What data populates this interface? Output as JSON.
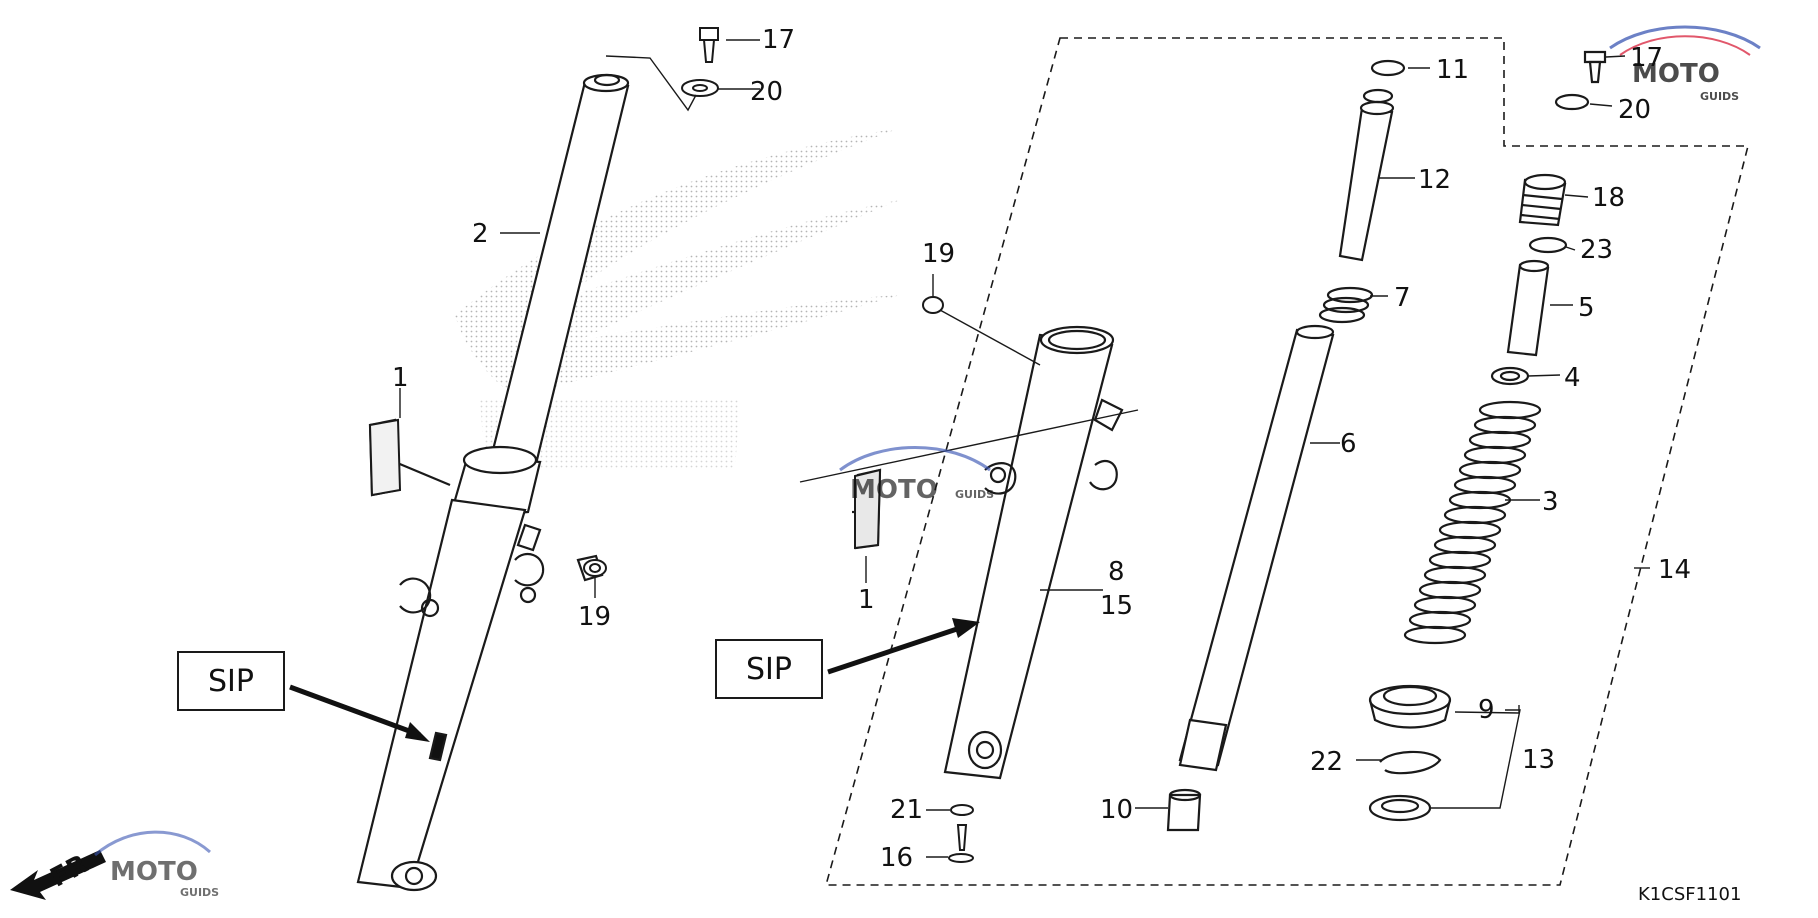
{
  "diagram_code": "K1CSF1101",
  "sip_label": "SIP",
  "direction_label": "FR.",
  "watermark": {
    "brand": "MOTO",
    "sub": "GUIDS",
    "colors": {
      "red": "#d8203a",
      "blue": "#3b57b4",
      "gray": "#9a9a9a"
    }
  },
  "callouts": {
    "c1": "1",
    "c2": "2",
    "c3": "3",
    "c4": "4",
    "c5": "5",
    "c6": "6",
    "c7": "7",
    "c8": "8",
    "c9": "9",
    "c10": "10",
    "c11": "11",
    "c12": "12",
    "c13": "13",
    "c14": "14",
    "c15": "15",
    "c16": "16",
    "c17": "17",
    "c18": "18",
    "c19": "19",
    "c20": "20",
    "c21": "21",
    "c22": "22",
    "c23": "23"
  }
}
